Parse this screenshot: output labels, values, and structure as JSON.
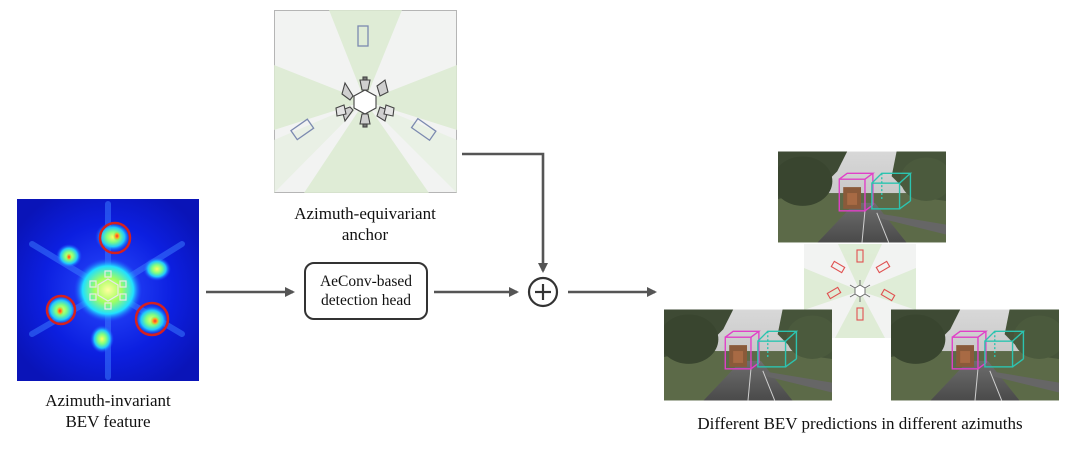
{
  "bev_feature": {
    "caption_line1": "Azimuth-invariant",
    "caption_line2": "BEV feature"
  },
  "anchor": {
    "caption_line1": "Azimuth-equivariant",
    "caption_line2": "anchor"
  },
  "detection_head": {
    "label_line1": "AeConv-based",
    "label_line2": "detection head"
  },
  "combine_symbol": "+",
  "predictions": {
    "caption": "Different BEV predictions in different azimuths"
  },
  "colors": {
    "arrow": "#555555",
    "highlight_circle": "#d42020",
    "box_magenta": "#e040c8",
    "box_cyan": "#2cc4b0",
    "anchor_green": "#dcebd2",
    "anchor_box": "#7c8ab0"
  }
}
